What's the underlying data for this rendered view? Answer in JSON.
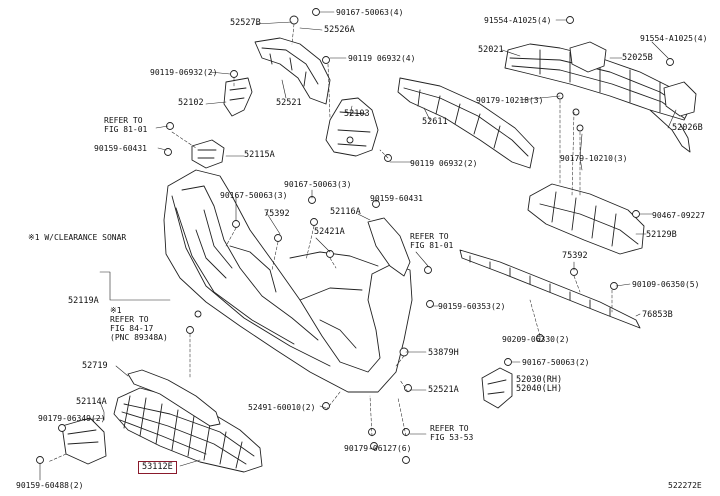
{
  "diagram": {
    "code": "522272E",
    "sonar_note": "※1 W/CLEARANCE SONAR",
    "labels": [
      {
        "id": "l01",
        "text": "52527B"
      },
      {
        "id": "l02",
        "text": "90167-50063(4)"
      },
      {
        "id": "l03",
        "text": "52526A"
      },
      {
        "id": "l04",
        "text": "91554-A1025(4)"
      },
      {
        "id": "l05",
        "text": "91554-A1025(4)"
      },
      {
        "id": "l06",
        "text": "52021"
      },
      {
        "id": "l07",
        "text": "52025B"
      },
      {
        "id": "l08",
        "text": "90119-06932(2)"
      },
      {
        "id": "l09",
        "text": "90119 06932(4)"
      },
      {
        "id": "l10",
        "text": "52102"
      },
      {
        "id": "l11",
        "text": "52521"
      },
      {
        "id": "l12",
        "text": "52103"
      },
      {
        "id": "l13",
        "text": "90179-10218(3)"
      },
      {
        "id": "l14",
        "text": "52026B"
      },
      {
        "id": "l15",
        "text": "REFER TO\nFIG 81-01"
      },
      {
        "id": "l16",
        "text": "52611"
      },
      {
        "id": "l17",
        "text": "90159-60431"
      },
      {
        "id": "l18",
        "text": "52115A"
      },
      {
        "id": "l19",
        "text": "90119 06932(2)"
      },
      {
        "id": "l20",
        "text": "90179-10210(3)"
      },
      {
        "id": "l21",
        "text": "90167-50063(3)"
      },
      {
        "id": "l22",
        "text": "90167-50063(3)"
      },
      {
        "id": "l23",
        "text": "90159-60431"
      },
      {
        "id": "l24",
        "text": "90467-09227"
      },
      {
        "id": "l25",
        "text": "75392"
      },
      {
        "id": "l26",
        "text": "52116A"
      },
      {
        "id": "l27",
        "text": "52421A"
      },
      {
        "id": "l28",
        "text": "REFER TO\nFIG 81-01"
      },
      {
        "id": "l29",
        "text": "52129B"
      },
      {
        "id": "l30",
        "text": "75392"
      },
      {
        "id": "l31",
        "text": "90109-06350(5)"
      },
      {
        "id": "l32",
        "text": "52119A"
      },
      {
        "id": "l33",
        "text": "※1\nREFER TO\nFIG 84-17\n(PNC 89348A)"
      },
      {
        "id": "l34",
        "text": "90159-60353(2)"
      },
      {
        "id": "l35",
        "text": "76853B"
      },
      {
        "id": "l36",
        "text": "90209-06330(2)"
      },
      {
        "id": "l37",
        "text": "53879H"
      },
      {
        "id": "l38",
        "text": "52719"
      },
      {
        "id": "l39",
        "text": "90167-50063(2)"
      },
      {
        "id": "l40",
        "text": "52030(RH)\n52040(LH)"
      },
      {
        "id": "l41",
        "text": "52521A"
      },
      {
        "id": "l42",
        "text": "52114A"
      },
      {
        "id": "l43",
        "text": "90179-06349(2)"
      },
      {
        "id": "l44",
        "text": "52491-60010(2)"
      },
      {
        "id": "l45",
        "text": "REFER TO\nFIG 53-53"
      },
      {
        "id": "l46",
        "text": "53112E"
      },
      {
        "id": "l47",
        "text": "90179-06127(6)"
      },
      {
        "id": "l48",
        "text": "90159-60488(2)"
      }
    ]
  }
}
